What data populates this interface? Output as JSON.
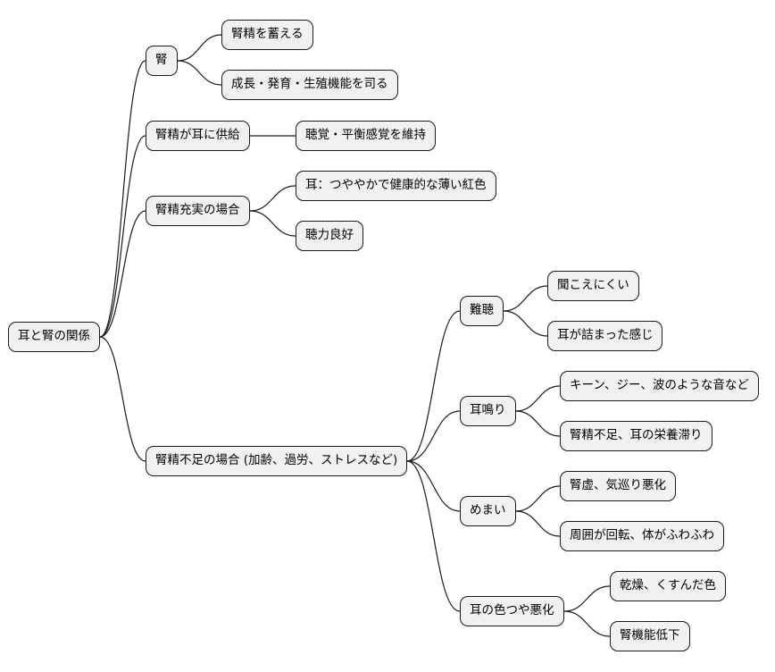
{
  "mindmap": {
    "root": "耳と腎の関係",
    "branches": [
      {
        "label": "腎",
        "children": [
          "腎精を蓄える",
          "成長・発育・生殖機能を司る"
        ]
      },
      {
        "label": "腎精が耳に供給",
        "children": [
          "聴覚・平衡感覚を維持"
        ]
      },
      {
        "label": "腎精充実の場合",
        "children": [
          "耳：つややかで健康的な薄い紅色",
          "聴力良好"
        ]
      },
      {
        "label": "腎精不足の場合 (加齢、過労、ストレスなど)",
        "children": [
          {
            "label": "難聴",
            "children": [
              "聞こえにくい",
              "耳が詰まった感じ"
            ]
          },
          {
            "label": "耳鳴り",
            "children": [
              "キーン、ジー、波のような音など",
              "腎精不足、耳の栄養滞り"
            ]
          },
          {
            "label": "めまい",
            "children": [
              "腎虚、気巡り悪化",
              "周囲が回転、体がふわふわ"
            ]
          },
          {
            "label": "耳の色つや悪化",
            "children": [
              "乾燥、くすんだ色",
              "腎機能低下"
            ]
          }
        ]
      }
    ]
  },
  "colors": {
    "node_fill": "#f1f1f1",
    "node_border": "#1a1a1a",
    "edge": "#1a1a1a"
  }
}
